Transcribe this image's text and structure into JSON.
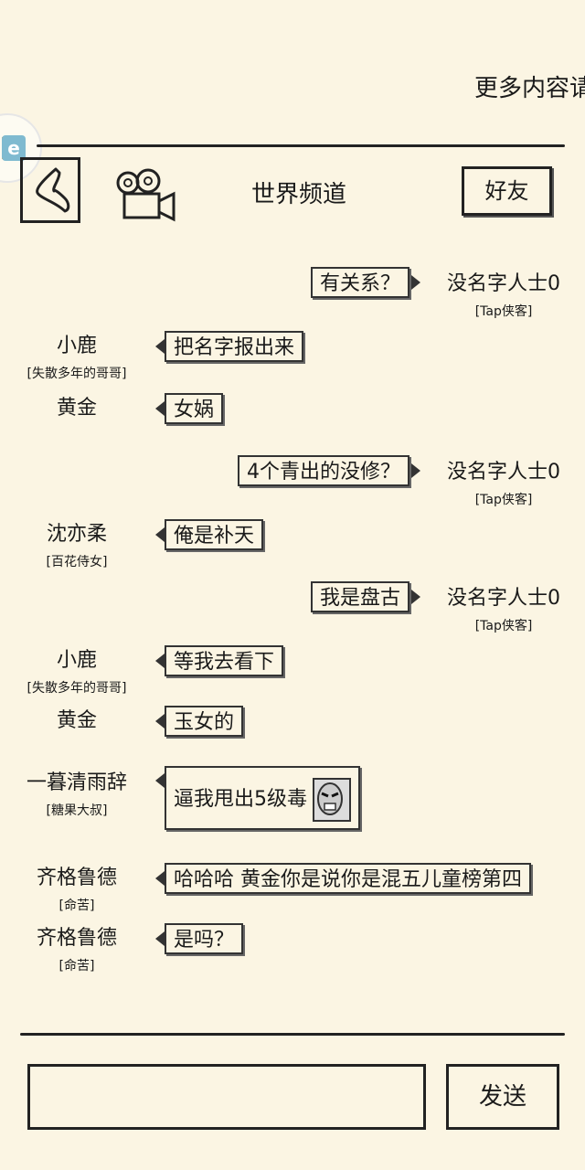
{
  "top_banner": {
    "text": "更多内容请"
  },
  "header": {
    "back_icon": "back-arrow-icon",
    "video_icon": "video-camera-icon",
    "title": "世界频道",
    "friends_label": "好友"
  },
  "messages": [
    {
      "side": "right",
      "name": "没名字人士0",
      "tag": "[Tap侠客]",
      "text": "有关系？"
    },
    {
      "side": "left",
      "name": "小鹿",
      "tag": "[失散多年的哥哥]",
      "text": "把名字报出来"
    },
    {
      "side": "left",
      "name": "黄金",
      "tag": "",
      "text": "女娲"
    },
    {
      "side": "right",
      "name": "没名字人士0",
      "tag": "[Tap侠客]",
      "text": "4个青出的没修？"
    },
    {
      "side": "left",
      "name": "沈亦柔",
      "tag": "[百花侍女]",
      "text": "俺是补天"
    },
    {
      "side": "right",
      "name": "没名字人士0",
      "tag": "[Tap侠客]",
      "text": "我是盘古"
    },
    {
      "side": "left",
      "name": "小鹿",
      "tag": "[失散多年的哥哥]",
      "text": "等我去看下"
    },
    {
      "side": "left",
      "name": "黄金",
      "tag": "",
      "text": "玉女的"
    },
    {
      "side": "left",
      "name": "一暮清雨辞",
      "tag": "[糖果大叔]",
      "text": "逼我甩出5级毒",
      "emoji": "angry-face-icon"
    },
    {
      "side": "left",
      "name": "齐格鲁德",
      "tag": "[命苦]",
      "text": "哈哈哈 黄金你是说你是混五儿童榜第四"
    },
    {
      "side": "left",
      "name": "齐格鲁德",
      "tag": "[命苦]",
      "text": "是吗？"
    }
  ],
  "composer": {
    "placeholder": "",
    "send_label": "发送"
  }
}
